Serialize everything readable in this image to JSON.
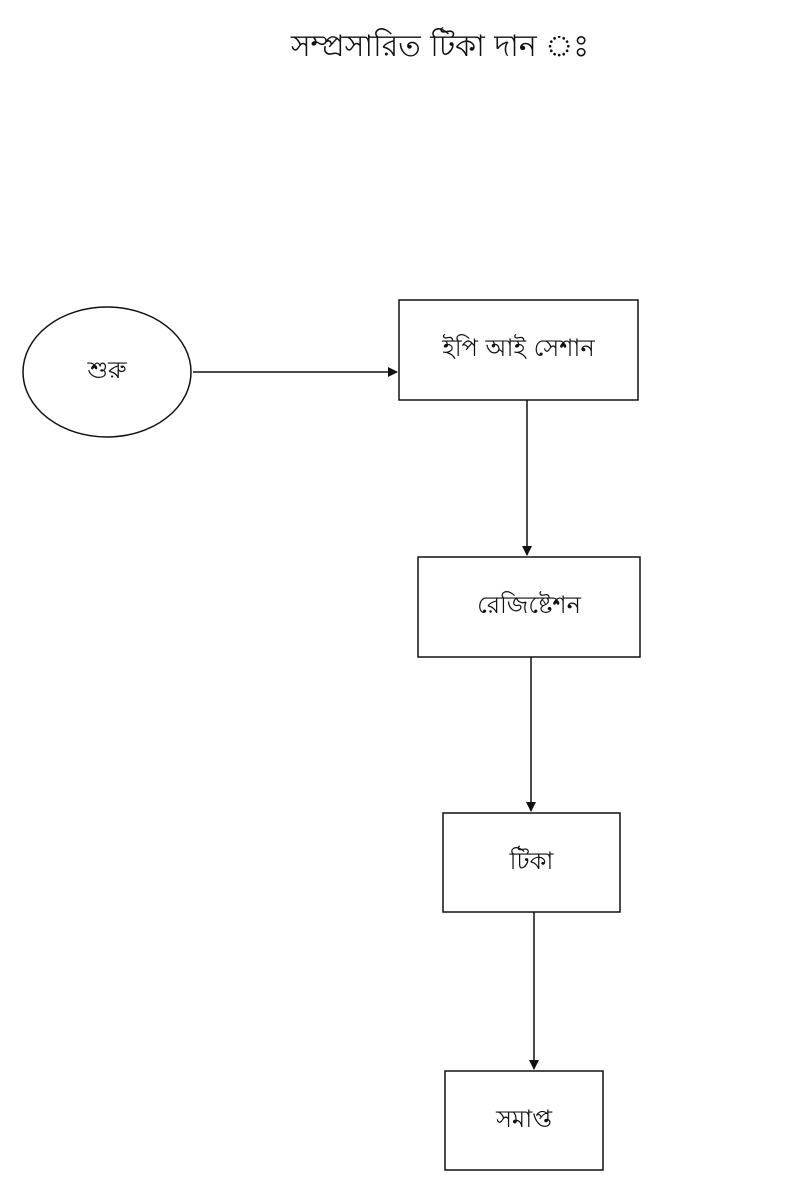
{
  "title": "সম্প্রসারিত টিকা দান ঃ",
  "nodes": {
    "start": "শুরু",
    "epi_session": "ইপি আই সেশান",
    "registration": "রেজিষ্টেশন",
    "vaccine": "টিকা",
    "end": "সমাপ্ত"
  }
}
